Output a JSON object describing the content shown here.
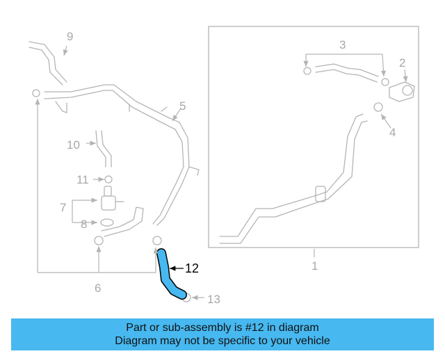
{
  "callouts": {
    "n1": "1",
    "n2": "2",
    "n3": "3",
    "n4": "4",
    "n5": "5",
    "n6": "6",
    "n7": "7",
    "n8": "8",
    "n9": "9",
    "n10": "10",
    "n11": "11",
    "n12": "12",
    "n13": "13"
  },
  "highlight": {
    "part": "12",
    "color": "#47b8f0"
  },
  "banner": {
    "line1": "Part or sub-assembly is #12 in diagram",
    "line2": "Diagram may not be specific to your vehicle",
    "color": "#47b8f0"
  }
}
